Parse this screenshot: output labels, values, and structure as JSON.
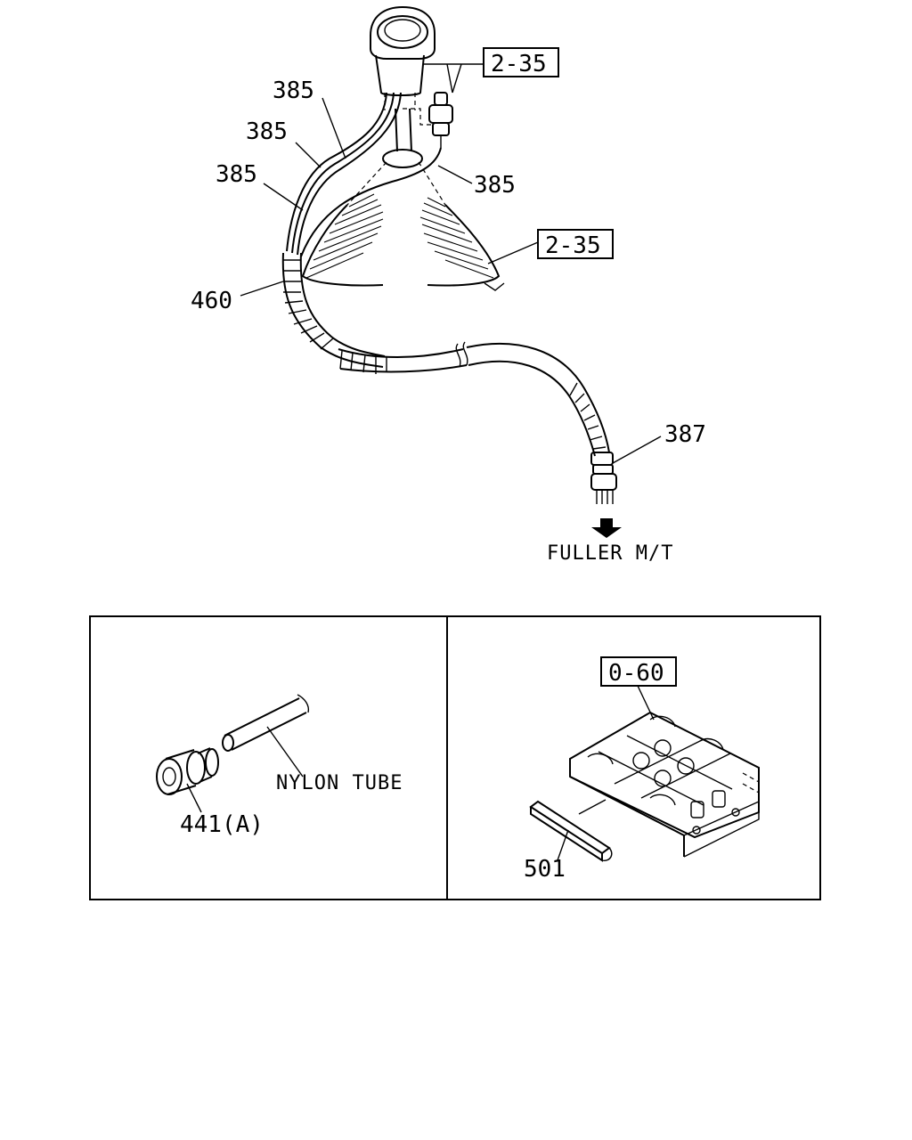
{
  "callouts": {
    "ref_top": "2-35",
    "ref_mid": "2-35",
    "ref_block": "0-60"
  },
  "labels": {
    "p385_a": "385",
    "p385_b": "385",
    "p385_c": "385",
    "p385_d": "385",
    "p460": "460",
    "p387": "387",
    "fuller": "FULLER M/T",
    "nylon": "NYLON TUBE",
    "p441": "441(A)",
    "p501": "501"
  }
}
